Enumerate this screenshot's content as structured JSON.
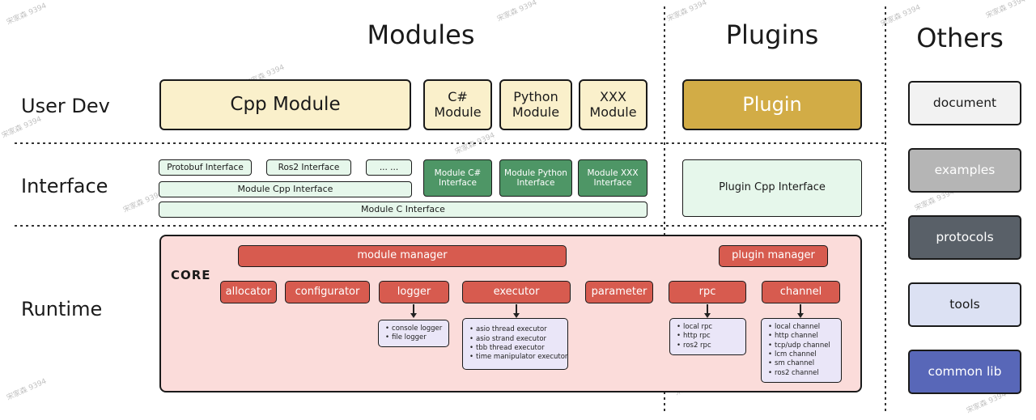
{
  "watermark": {
    "text": "宋家森 9394"
  },
  "header": {
    "modules": "Modules",
    "plugins": "Plugins",
    "others": "Others"
  },
  "row_labels": {
    "user_dev": "User Dev",
    "interface": "Interface",
    "runtime": "Runtime"
  },
  "modules_col": {
    "user_dev": {
      "cpp": "Cpp Module",
      "csharp": "C# Module",
      "python": "Python Module",
      "xxx": "XXX Module"
    },
    "interface": {
      "protobuf": "Protobuf Interface",
      "ros2": "Ros2 Interface",
      "ellipsis": "... ...",
      "module_cpp": "Module Cpp Interface",
      "module_c": "Module C Interface",
      "module_csharp": "Module C# Interface",
      "module_python": "Module Python Interface",
      "module_xxx": "Module XXX Interface"
    }
  },
  "plugins_col": {
    "plugin": "Plugin",
    "plugin_cpp_interface": "Plugin Cpp Interface"
  },
  "runtime": {
    "core_label": "CORE",
    "module_manager": "module manager",
    "plugin_manager": "plugin manager",
    "components": [
      "allocator",
      "configurator",
      "logger",
      "executor",
      "parameter",
      "rpc",
      "channel"
    ],
    "logger_impls": [
      "console logger",
      "file logger"
    ],
    "executor_impls": [
      "asio thread executor",
      "asio strand executor",
      "tbb thread executor",
      "time manipulator executor"
    ],
    "rpc_impls": [
      "local rpc",
      "http rpc",
      "ros2 rpc"
    ],
    "channel_impls": [
      "local channel",
      "http channel",
      "tcp/udp channel",
      "lcm channel",
      "sm channel",
      "ros2 channel"
    ]
  },
  "others_col": {
    "items": [
      "document",
      "examples",
      "protocols",
      "tools",
      "common lib"
    ]
  },
  "colors": {
    "cream": "#FAF0CB",
    "gold": "#D2AC46",
    "light_green": "#E6F7EB",
    "dark_green": "#4E9666",
    "runtime_bg": "#FBDCDA",
    "red": "#D75B4F",
    "lavender": "#EAE6F8",
    "others_document": "#F2F2F2",
    "others_examples": "#B5B5B5",
    "others_protocols": "#596068",
    "others_tools": "#DCE1F3",
    "others_common_lib": "#5867B8"
  }
}
